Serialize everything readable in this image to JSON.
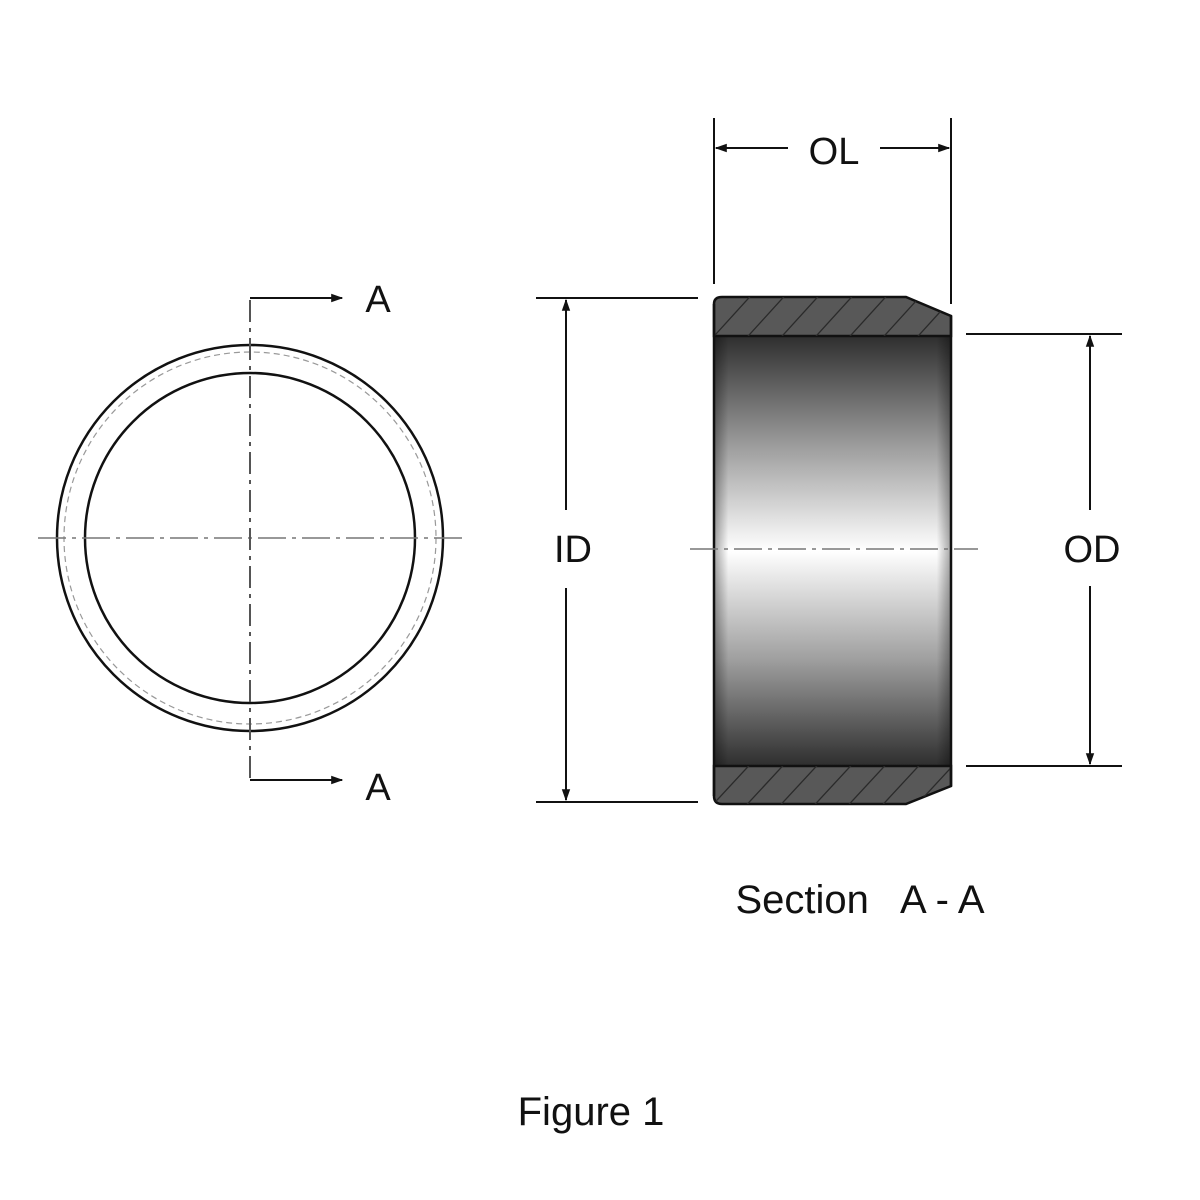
{
  "front_view": {
    "cut_mark_top": "A",
    "cut_mark_bottom": "A"
  },
  "section_view": {
    "overall_length_label": "OL",
    "inner_diameter_label": "ID",
    "outer_diameter_label": "OD",
    "section_title": "Section   A - A"
  },
  "caption": "Figure 1",
  "colors": {
    "line": "#111111",
    "centerline": "#777777",
    "hatch": "#333333",
    "body_dark": "#3a3a3a",
    "body_light": "#f2f2f2",
    "wall": "#585858"
  }
}
